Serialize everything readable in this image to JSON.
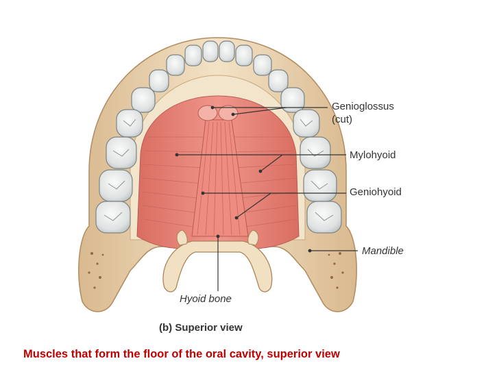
{
  "labels": {
    "genioglossus": "Genioglossus",
    "genioglossus_note": "(cut)",
    "mylohyoid": "Mylohyoid",
    "geniohyoid": "Geniohyoid",
    "mandible": "Mandible",
    "hyoid": "Hyoid bone"
  },
  "view_caption": "(b) Superior view",
  "slide_caption": "Muscles that form the floor of the oral cavity, superior view",
  "colors": {
    "caption": "#c00000",
    "muscle": "#e8857a",
    "bone": "#efd9b8",
    "tooth": "#e6e8e8"
  }
}
